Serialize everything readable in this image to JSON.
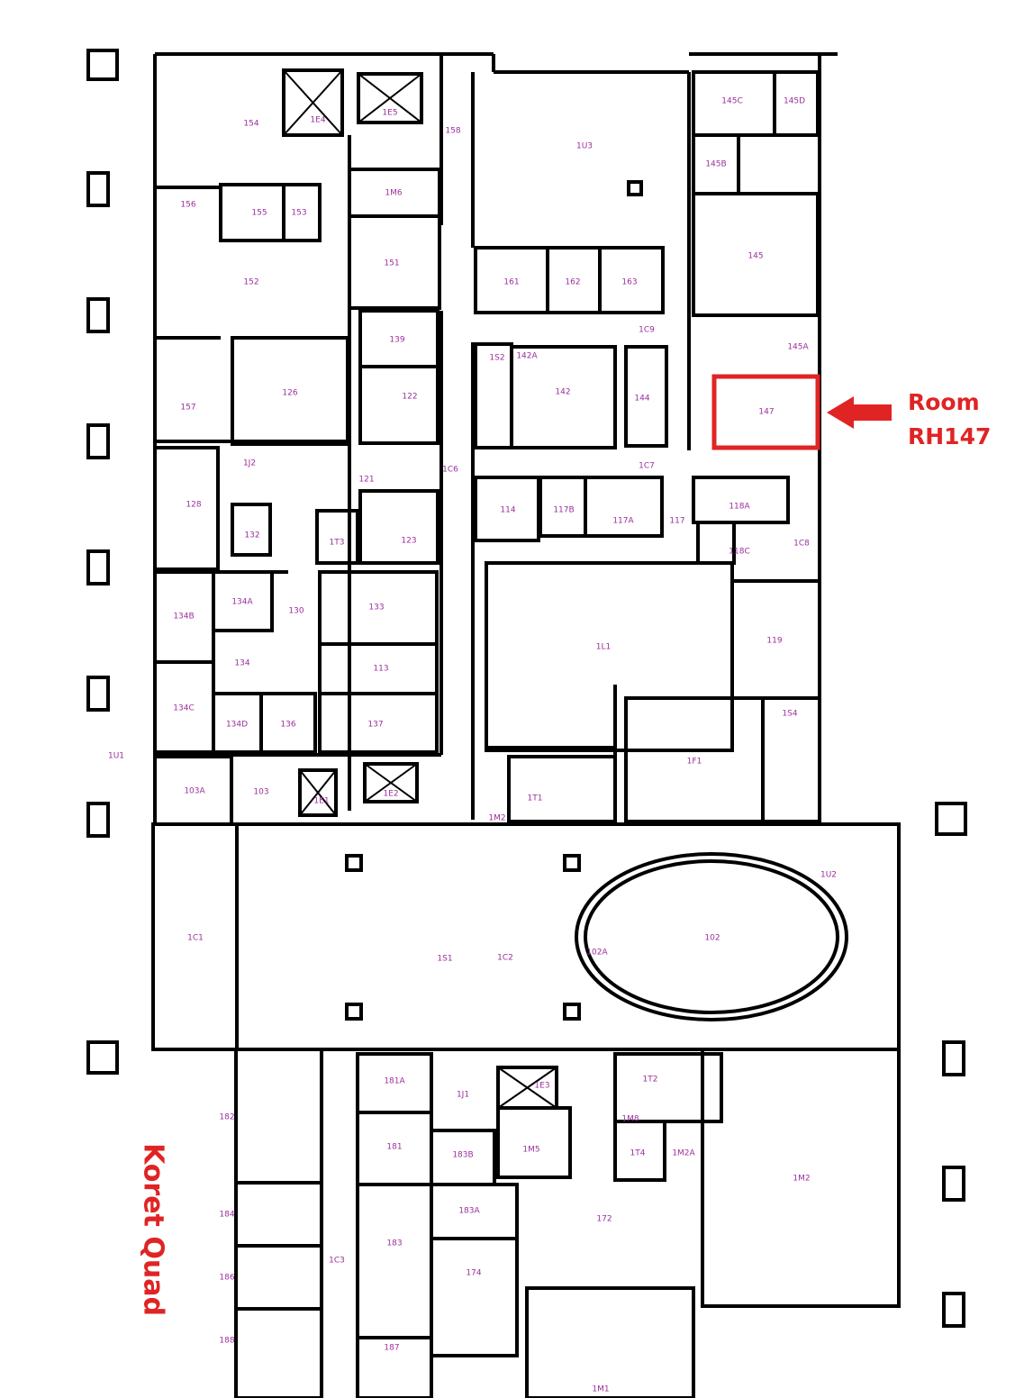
{
  "map": {
    "callout": {
      "line1": "Room",
      "line2": "RH147",
      "highlight_color": "#e02424"
    },
    "area_label": "Koret Quad",
    "highlighted_room": "147",
    "label_color": "#9b2f9b"
  },
  "rooms": [
    "154",
    "1E4",
    "1E5",
    "158",
    "1U3",
    "145C",
    "145D",
    "145B",
    "156",
    "155",
    "153",
    "1M6",
    "151",
    "152",
    "161",
    "162",
    "163",
    "145",
    "1C9",
    "139",
    "145A",
    "1S2",
    "142A",
    "142",
    "122",
    "126",
    "144",
    "157",
    "147",
    "1J2",
    "1C6",
    "1C7",
    "121",
    "128",
    "114",
    "117B",
    "117A",
    "117",
    "118A",
    "1C8",
    "132",
    "1T3",
    "123",
    "118C",
    "134A",
    "130",
    "133",
    "134B",
    "1L1",
    "119",
    "134",
    "113",
    "134C",
    "134D",
    "136",
    "137",
    "1S4",
    "1U1",
    "1F1",
    "103A",
    "103",
    "1E1",
    "1E2",
    "1T1",
    "1M2",
    "1U2",
    "1C1",
    "1S1",
    "1C2",
    "102A",
    "102",
    "181A",
    "1J1",
    "1E3",
    "1T2",
    "1M8",
    "182",
    "181",
    "183B",
    "1M5",
    "1T4",
    "1M2A",
    "1M2",
    "184",
    "183A",
    "172",
    "183",
    "1C3",
    "174",
    "186",
    "188",
    "187",
    "1M1"
  ]
}
